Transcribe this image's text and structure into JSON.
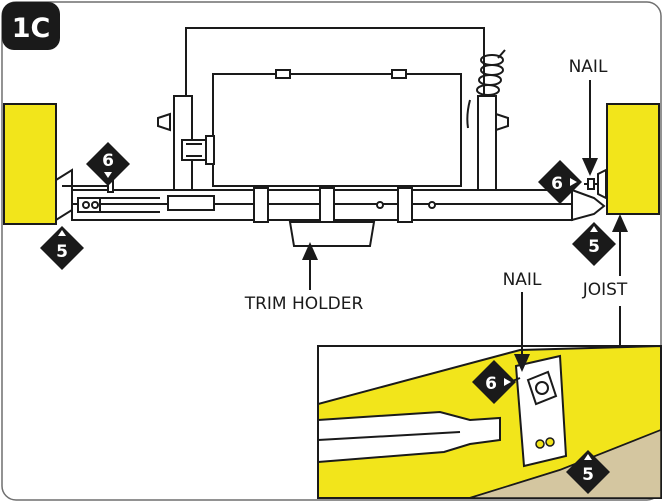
{
  "figure_id": "1C",
  "labels": {
    "nail_top": "NAIL",
    "nail_inset": "NAIL",
    "joist": "JOIST",
    "trim_holder": "TRIM HOLDER"
  },
  "step_markers": {
    "six_left": "6",
    "five_left": "5",
    "six_right": "6",
    "five_right": "5",
    "six_inset": "6",
    "five_inset": "5"
  },
  "colors": {
    "joist_yellow": "#f2e51b",
    "line": "#1a1a1a",
    "badge_bg": "#1a1a1a",
    "badge_text": "#ffffff",
    "frame_border": "#6f6f6f",
    "rail_fill": "#ffffff"
  }
}
